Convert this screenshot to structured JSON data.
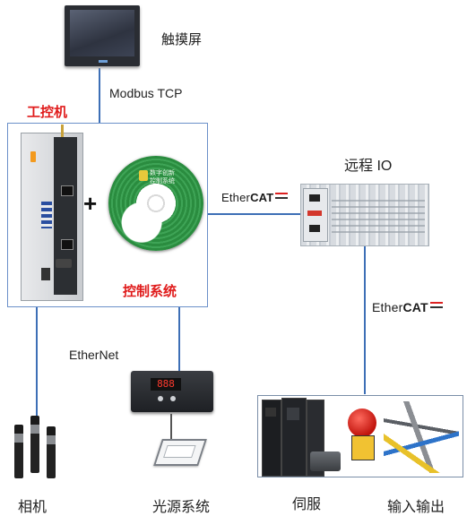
{
  "labels": {
    "touchscreen": "触摸屏",
    "modbus": "Modbus TCP",
    "ipc": "工控机",
    "control_system": "控制系统",
    "remote_io": "远程 IO",
    "ethernet": "EtherNet",
    "camera": "相机",
    "light_system": "光源系统",
    "servo": "伺服",
    "io": "输入输出",
    "plus": "+"
  },
  "ethercat": {
    "prefix": "Ether",
    "suffix": "CAT"
  },
  "disc_text": {
    "line1": "数字创新",
    "line2": "控制系统"
  },
  "controller_display": "888",
  "colors": {
    "line": "#3d6fb6",
    "highlight": "#e01b1b",
    "box_border": "#6b90c9",
    "disc_green": "#2a8c3f"
  }
}
